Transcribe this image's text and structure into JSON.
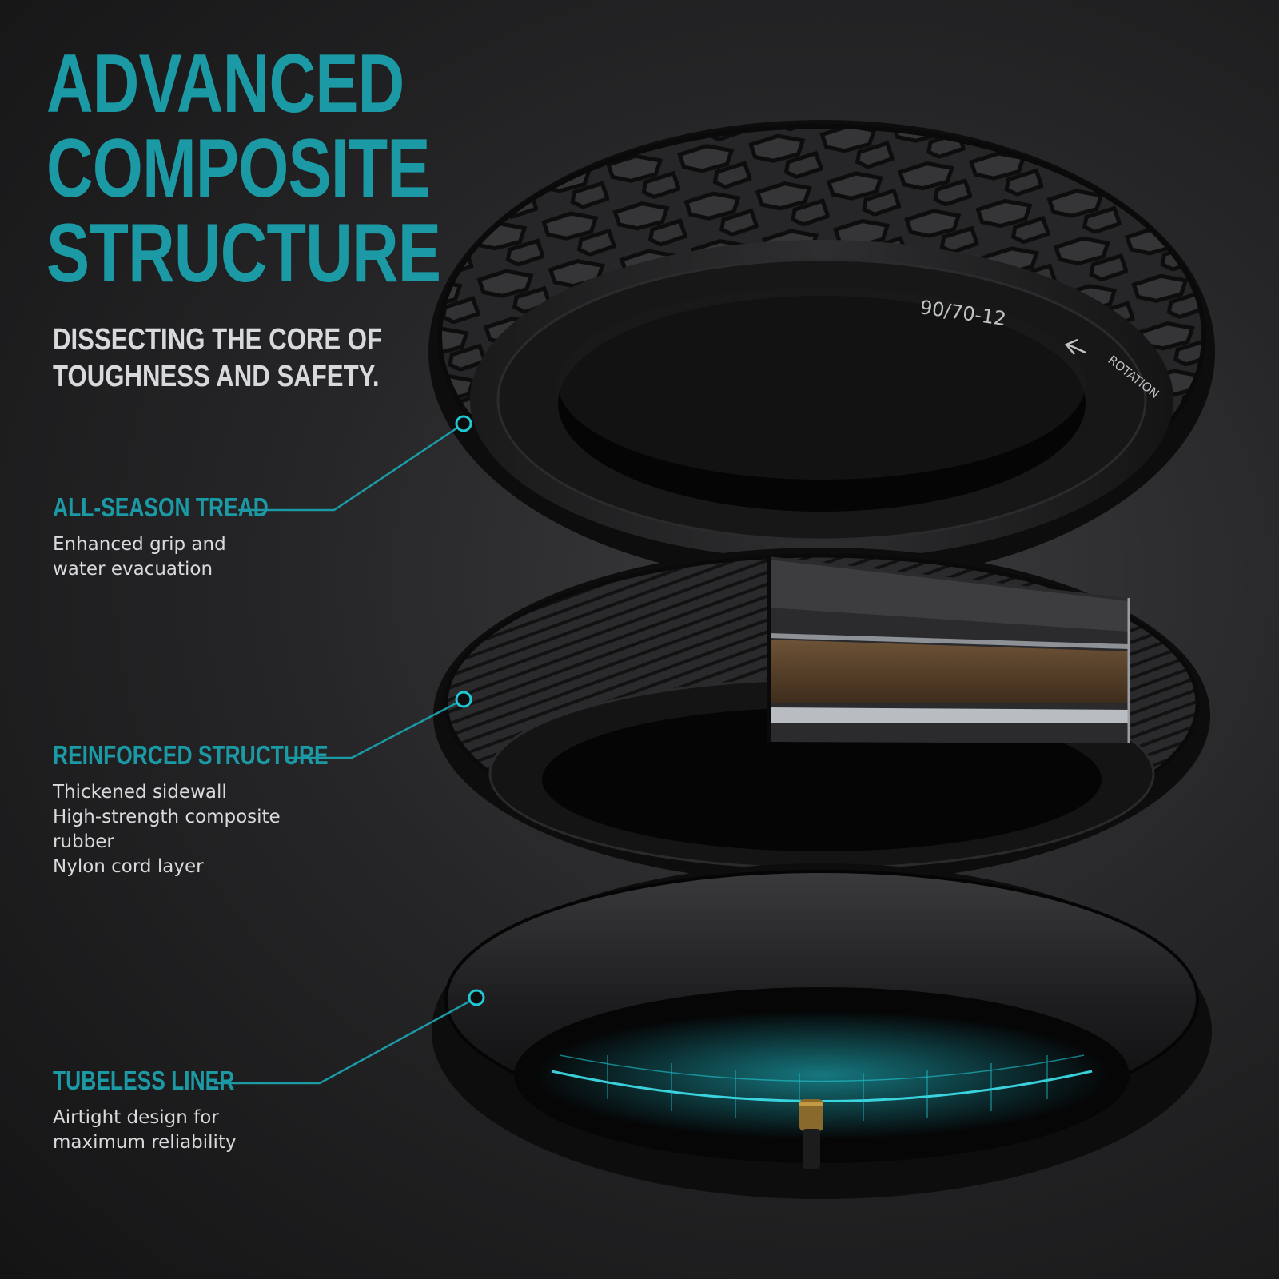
{
  "heading": {
    "title_lines": [
      "ADVANCED",
      "COMPOSITE",
      "STRUCTURE"
    ],
    "subtitle_lines": [
      "DISSECTING THE CORE OF",
      "TOUGHNESS AND SAFETY."
    ]
  },
  "features": [
    {
      "title": "ALL-SEASON TREAD",
      "desc_lines": [
        "Enhanced grip and",
        "water evacuation"
      ]
    },
    {
      "title": "REINFORCED STRUCTURE",
      "desc_lines": [
        "Thickened sidewall",
        "High-strength composite",
        "rubber",
        "Nylon cord layer"
      ]
    },
    {
      "title": "TUBELESS LINER",
      "desc_lines": [
        "Airtight design for",
        "maximum reliability"
      ]
    }
  ],
  "tire_markings": {
    "size": "90/70-12",
    "rotation": "ROTATION"
  },
  "colors": {
    "accent": "#1b9aa5",
    "background": "#262628",
    "text": "#d9dadc"
  }
}
